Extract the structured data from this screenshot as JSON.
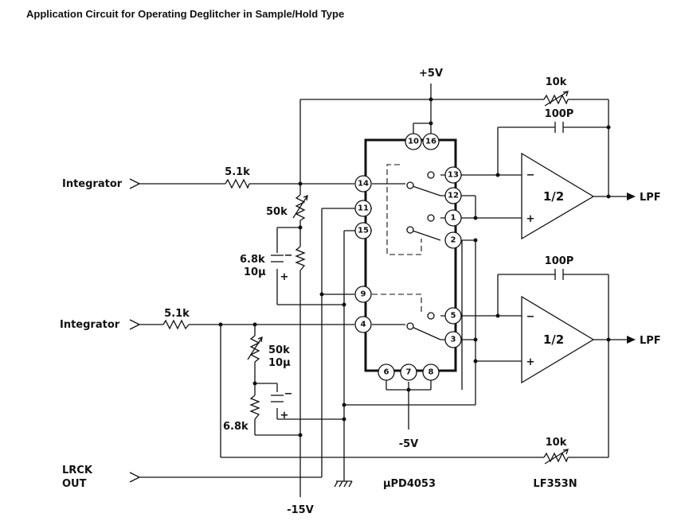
{
  "title": "Application Circuit for Operating Deglitcher in Sample/Hold Type",
  "labels": {
    "supply_pos": "+5V",
    "supply_neg": "-5V",
    "supply_neg15": "-15V",
    "input_top": "Integrator",
    "input_bottom": "Integrator",
    "lrck_line1": "LRCK",
    "lrck_line2": "OUT",
    "output_top": "LPF",
    "output_bottom": "LPF",
    "ic_name": "μPD4053",
    "opamp_name": "LF353N",
    "opamp_top": "1/2",
    "opamp_bottom": "1/2",
    "opamp_minus": "−",
    "opamp_plus": "+",
    "cap_minus": "−",
    "cap_plus": "+"
  },
  "components": {
    "r_top_in": "5.1k",
    "r_bot_in": "5.1k",
    "pot_top": "50k",
    "cap_top_line1": "6.8k",
    "cap_top_line2": "10μ",
    "pot_bot_line1": "50k",
    "pot_bot_line2": "10μ",
    "r_bot_shunt": "6.8k",
    "fb_pot_top": "10k",
    "fb_pot_bottom": "10k",
    "fb_cap_top": "100P",
    "fb_cap_bottom": "100P"
  },
  "ic_pins": [
    "10",
    "16",
    "14",
    "13",
    "12",
    "11",
    "1",
    "15",
    "2",
    "9",
    "5",
    "4",
    "3",
    "6",
    "7",
    "8"
  ]
}
